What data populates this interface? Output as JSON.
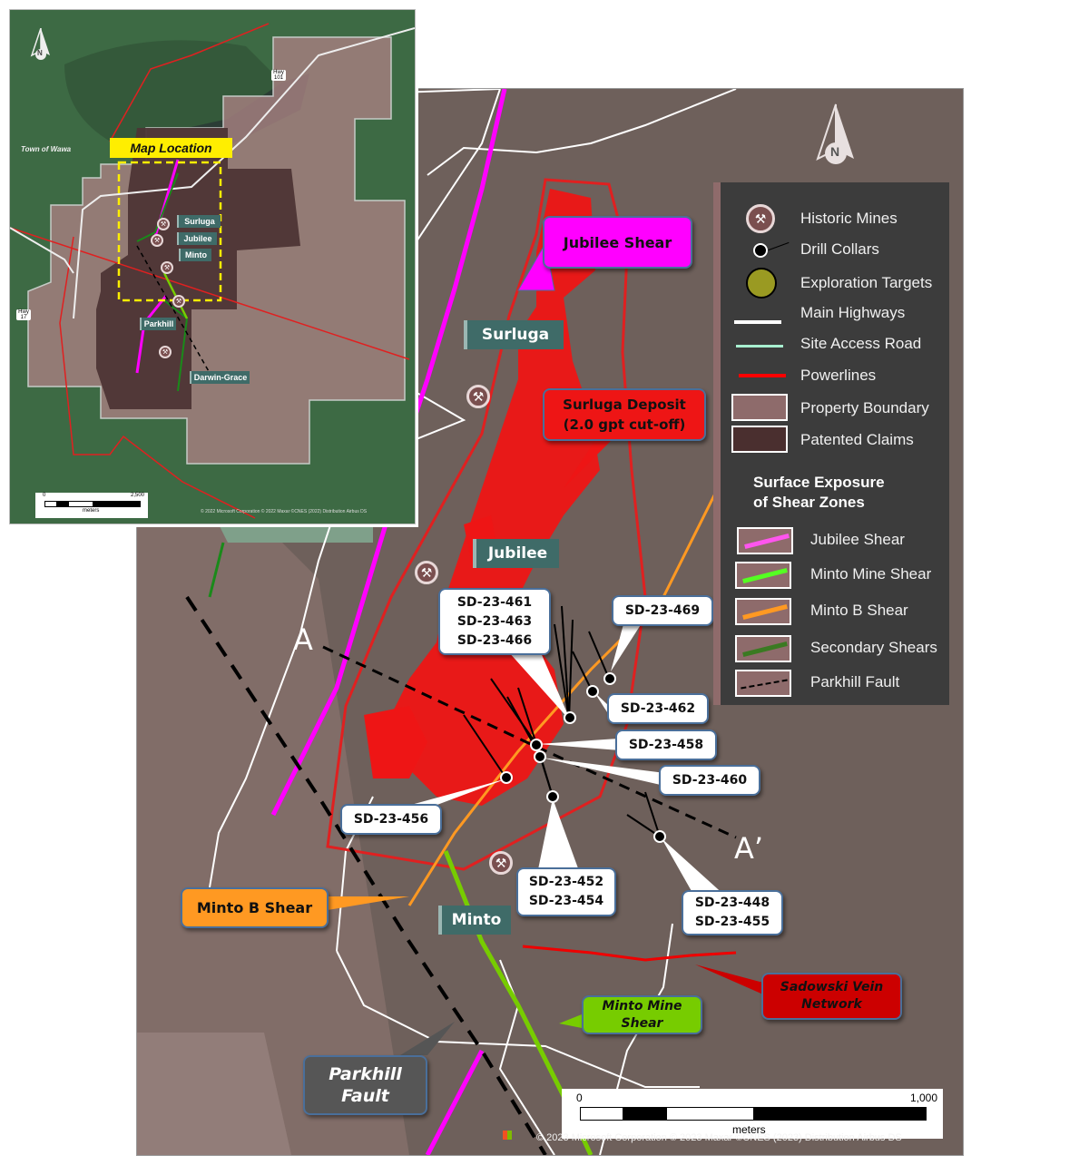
{
  "inset": {
    "title_label": "Map Location",
    "town_label": "Town of Wawa",
    "highway_101": "Hwy 101",
    "highway_17": "Hwy 17",
    "mines": [
      "Surluga",
      "Jubilee",
      "Minto",
      "Parkhill",
      "Darwin-Grace"
    ],
    "scale": {
      "start": "0",
      "end": "2,500",
      "unit": "meters"
    },
    "attribution": "© 2022 Microsoft Corporation © 2022 Maxar ©CNES (2022) Distribution Airbus DS",
    "north_label": "N"
  },
  "main": {
    "north_label": "N",
    "mine_labels": {
      "surluga": "Surluga",
      "jubilee": "Jubilee",
      "minto": "Minto"
    },
    "section_labels": {
      "a": "A",
      "a_prime": "A’"
    },
    "callouts": {
      "jubilee_shear": "Jubilee Shear",
      "surluga_deposit_line1": "Surluga Deposit",
      "surluga_deposit_line2": "(2.0 gpt cut-off)",
      "minto_b_shear": "Minto B Shear",
      "minto_mine_shear_line1": "Minto Mine",
      "minto_mine_shear_line2": "Shear",
      "sadowski_line1": "Sadowski Vein",
      "sadowski_line2": "Network",
      "parkhill_line1": "Parkhill",
      "parkhill_line2": "Fault"
    },
    "drill_holes": {
      "group_461": [
        "SD-23-461",
        "SD-23-463",
        "SD-23-466"
      ],
      "h469": "SD-23-469",
      "h462": "SD-23-462",
      "h458": "SD-23-458",
      "h460": "SD-23-460",
      "h456": "SD-23-456",
      "group_452": [
        "SD-23-452",
        "SD-23-454"
      ],
      "group_448": [
        "SD-23-448",
        "SD-23-455"
      ]
    },
    "scale": {
      "start": "0",
      "end": "1,000",
      "unit": "meters"
    },
    "attribution": "© 2023 Microsoft Corporation © 2023 Maxar ©CNES (2023) Distribution Airbus DS"
  },
  "legend": {
    "items": [
      {
        "label": "Historic Mines",
        "icon": "historic-mine-icon"
      },
      {
        "label": "Drill Collars",
        "icon": "drill-collar-icon"
      },
      {
        "label": "Exploration Targets",
        "icon": "exploration-target-icon",
        "color": "#9a9a22"
      },
      {
        "label": "Main Highways",
        "icon": "highway-line",
        "color": "#ffffff"
      },
      {
        "label": "Site Access Road",
        "icon": "access-road-line",
        "color": "#a8f0d0"
      },
      {
        "label": "Powerlines",
        "icon": "powerline-line",
        "color": "#ff0000"
      },
      {
        "label": "Property Boundary",
        "icon": "property-boundary-swatch",
        "color": "#8e6b6b"
      },
      {
        "label": "Patented Claims",
        "icon": "patented-claims-swatch",
        "color": "#4a2f2f"
      }
    ],
    "shear_title_line1": "Surface Exposure",
    "shear_title_line2": "of Shear Zones",
    "shear_items": [
      {
        "label": "Jubilee Shear",
        "color": "#ff55ee"
      },
      {
        "label": "Minto Mine Shear",
        "color": "#55ff22"
      },
      {
        "label": "Minto B Shear",
        "color": "#ff9922"
      },
      {
        "label": "Secondary Shears",
        "color": "#3a7a22"
      },
      {
        "label": "Parkhill Fault",
        "color": "#000000",
        "style": "dashed"
      }
    ]
  }
}
